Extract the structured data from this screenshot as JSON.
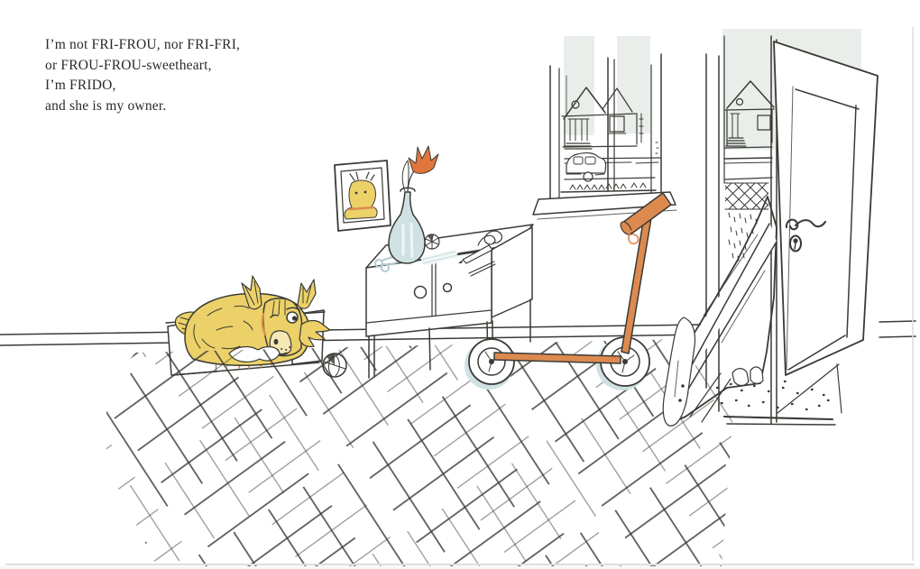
{
  "story": {
    "lines": [
      "I’m not FRI-FROU, nor FRI-FRI,",
      "or FROU-FROU-sweetheart,",
      "I’m FRIDO,",
      "and she is my owner."
    ]
  },
  "colors": {
    "ink": "#3a3a36",
    "dog_yellow": "#ecd169",
    "orange": "#dd8a4f",
    "flower_orange": "#e0763b",
    "pale_blue": "#cfe1e3",
    "pale_blue_deep": "#b2cbd1",
    "glass_grey": "#e9eeea",
    "plaid_orange": "#dfa06b",
    "plaid_blue": "#b5c9d2"
  }
}
